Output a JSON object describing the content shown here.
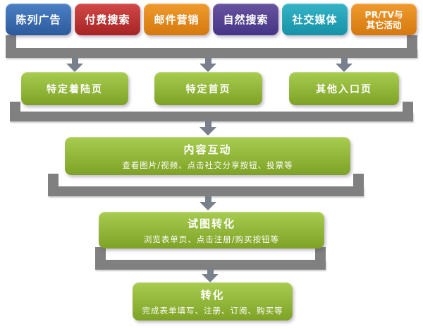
{
  "palette": {
    "background": "#ffffff",
    "connector": "#808080",
    "arrow": "#78808c",
    "text": "#ffffff",
    "green": {
      "from": "#a8cc50",
      "to": "#7da226"
    }
  },
  "sources": [
    {
      "name": "display-ads",
      "lines": [
        "陈列广告"
      ],
      "grad": {
        "from": "#4a80c4",
        "to": "#2d5a9c"
      }
    },
    {
      "name": "paid-search",
      "lines": [
        "付费搜索"
      ],
      "grad": {
        "from": "#d14848",
        "to": "#a62424"
      }
    },
    {
      "name": "email-marketing",
      "lines": [
        "邮件营销"
      ],
      "grad": {
        "from": "#f09a2e",
        "to": "#d4790e"
      }
    },
    {
      "name": "organic-search",
      "lines": [
        "自然搜索"
      ],
      "grad": {
        "from": "#66549f",
        "to": "#463586"
      }
    },
    {
      "name": "social-media",
      "lines": [
        "社交媒体"
      ],
      "grad": {
        "from": "#35b3c7",
        "to": "#1792a6"
      }
    },
    {
      "name": "pr-tv-other",
      "lines": [
        "PR/TV与",
        "其它活动"
      ],
      "grad": {
        "from": "#f09a2e",
        "to": "#d4790e"
      }
    }
  ],
  "entry_pages": [
    {
      "name": "landing-page",
      "label": "特定着陆页"
    },
    {
      "name": "homepage",
      "label": "特定首页"
    },
    {
      "name": "other-entry",
      "label": "其他入口页"
    }
  ],
  "stages": [
    {
      "name": "content-interaction",
      "title": "内容互动",
      "subtitle": "查看图片/视频、点击社交分享按钮、投票等"
    },
    {
      "name": "attempted-conversion",
      "title": "试图转化",
      "subtitle": "浏览表单页、点击注册/购买按钮等"
    },
    {
      "name": "conversion",
      "title": "转化",
      "subtitle": "完成表单填写、注册、订阅、购买等"
    }
  ]
}
